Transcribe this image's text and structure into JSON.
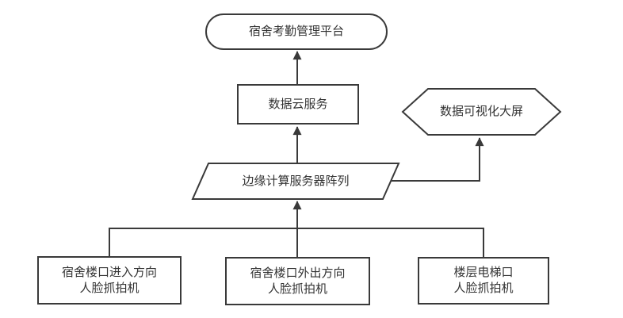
{
  "diagram": {
    "background": "#ffffff",
    "stroke_color": "#3a3a3a",
    "text_color": "#333333",
    "nodes": {
      "platform": {
        "shape": "stadium",
        "label": "宿舍考勤管理平台"
      },
      "cloud": {
        "shape": "rectangle",
        "label": "数据云服务"
      },
      "bigscreen": {
        "shape": "hexagon",
        "label": "数据可视化大屏"
      },
      "edge_array": {
        "shape": "parallelogram",
        "label": "边缘计算服务器阵列"
      },
      "cam_in": {
        "shape": "rectangle",
        "line1": "宿舍楼口进入方向",
        "line2": "人脸抓拍机"
      },
      "cam_out": {
        "shape": "rectangle",
        "line1": "宿舍楼口外出方向",
        "line2": "人脸抓拍机"
      },
      "cam_elevator": {
        "shape": "rectangle",
        "line1": "楼层电梯口",
        "line2": "人脸抓拍机"
      }
    },
    "edges": [
      {
        "from": "cloud",
        "to": "platform",
        "arrow": true
      },
      {
        "from": "edge_array",
        "to": "cloud",
        "arrow": true
      },
      {
        "from": "edge_array",
        "to": "bigscreen",
        "arrow": true
      },
      {
        "from": "cam_in",
        "to": "edge_array",
        "arrow": true,
        "via": "bus"
      },
      {
        "from": "cam_out",
        "to": "edge_array",
        "arrow": true,
        "via": "bus"
      },
      {
        "from": "cam_elevator",
        "to": "edge_array",
        "arrow": true,
        "via": "bus"
      }
    ]
  }
}
